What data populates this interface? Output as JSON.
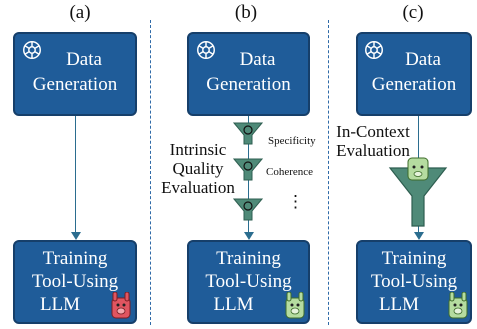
{
  "panels": [
    {
      "label": "(a)"
    },
    {
      "label": "(b)"
    },
    {
      "label": "(c)"
    }
  ],
  "data_generation": {
    "line1": "Data",
    "line2": "Generation"
  },
  "training": {
    "line1": "Training",
    "line2": "Tool-Using",
    "line3": "LLM"
  },
  "panel_b": {
    "side_label": [
      "Intrinsic",
      "Quality",
      "Evaluation"
    ],
    "filters": [
      "Specificity",
      "Coherence",
      "⋮"
    ]
  },
  "panel_c": {
    "side_label": [
      "In-Context",
      "Evaluation"
    ]
  },
  "colors": {
    "box": "#1f5c99",
    "filter": "#4f8a78",
    "arrow": "#2b6d8f",
    "llama_red": "#e05560",
    "llama_green": "#b5dca0"
  },
  "icons": [
    "openai-logo-icon",
    "llama-icon",
    "funnel-icon"
  ]
}
